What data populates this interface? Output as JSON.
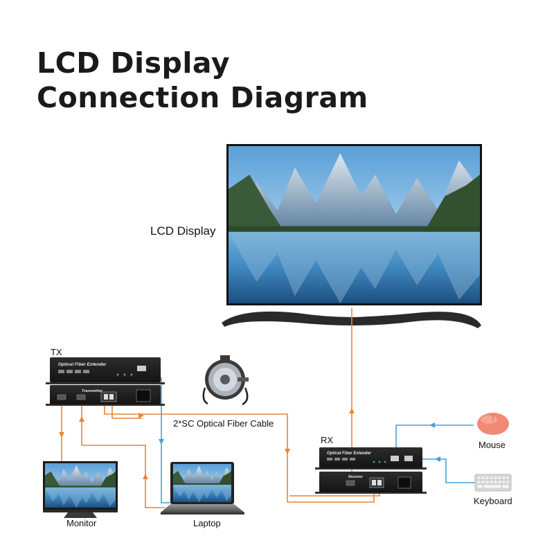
{
  "title": {
    "line1": "LCD Display",
    "line2": "Connection Diagram"
  },
  "labels": {
    "lcd_display": "LCD Display",
    "tx": "TX",
    "rx": "RX",
    "fiber_cable": "2*SC Optical Fiber Cable",
    "mouse": "Mouse",
    "keyboard": "Keyboard",
    "monitor": "Monitor",
    "laptop": "Laptop"
  },
  "devices": {
    "tx_top_name": "Optical Fiber Extender",
    "tx_bottom_name": "Transmitter",
    "rx_top_name": "Optical Fiber Extender",
    "rx_bottom_name": "Receiver"
  },
  "colors": {
    "hdmi_line": "#e8843a",
    "usb_line": "#4a9fd4",
    "device_body": "#1b1b1b"
  }
}
